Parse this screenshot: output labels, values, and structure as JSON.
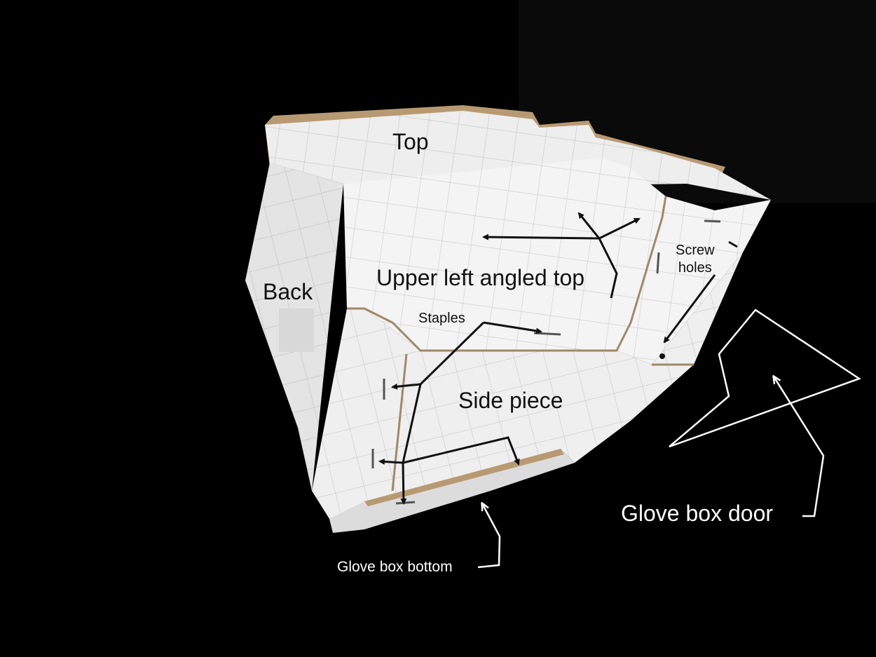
{
  "photo": {
    "subject": "cardboard-glove-box-prototype",
    "colors": {
      "background": "#000000",
      "cardboard_face": "#f2f2f2",
      "cardboard_shade": "#d9d9d9",
      "cardboard_edge": "#b89a72",
      "grid": "#a8a8a8",
      "dark_arrow": "#111111",
      "light_arrow": "#ffffff"
    }
  },
  "labels": {
    "top": "Top",
    "back": "Back",
    "upper_left_angled_top": "Upper left angled top",
    "staples": "Staples",
    "screw_holes_line1": "Screw",
    "screw_holes_line2": "holes",
    "side_piece": "Side piece",
    "glove_box_door": "Glove box door",
    "glove_box_bottom": "Glove box bottom"
  }
}
